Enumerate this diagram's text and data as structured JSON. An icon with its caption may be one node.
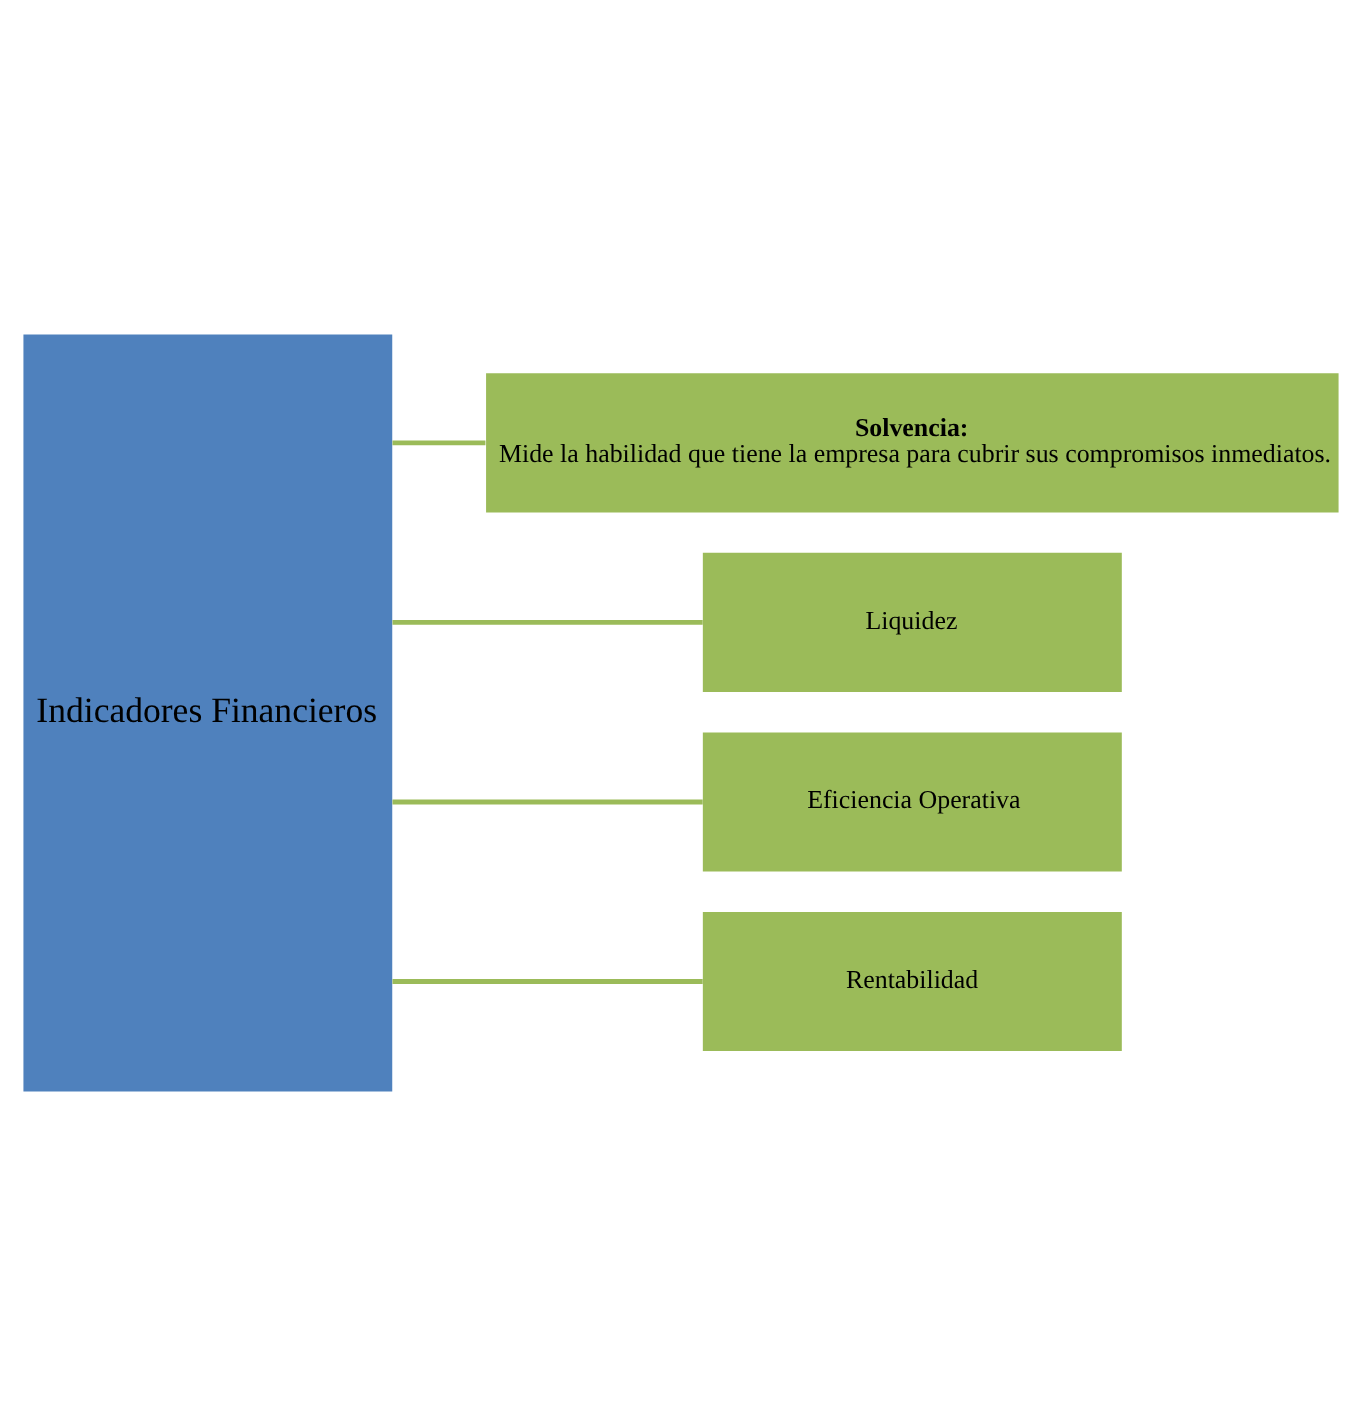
{
  "diagram": {
    "nodes": [
      {
        "text": [
          "Indicadores Financieros"
        ]
      },
      {
        "text": [
          "Solvencia:",
          "Mide la habilidad que tiene la empresa para cubrir sus compromisos inmediatos."
        ]
      },
      {
        "text": [
          "Liquidez"
        ]
      },
      {
        "text": [
          "Eficiencia Operativa"
        ]
      },
      {
        "text": [
          "Rentabilidad"
        ]
      }
    ],
    "edges": [
      {
        "from": 0,
        "to": 1,
        "arrow": "none"
      },
      {
        "from": 0,
        "to": 2,
        "arrow": "none"
      },
      {
        "from": 0,
        "to": 3,
        "arrow": "none"
      },
      {
        "from": 0,
        "to": 4,
        "arrow": "none"
      }
    ]
  }
}
